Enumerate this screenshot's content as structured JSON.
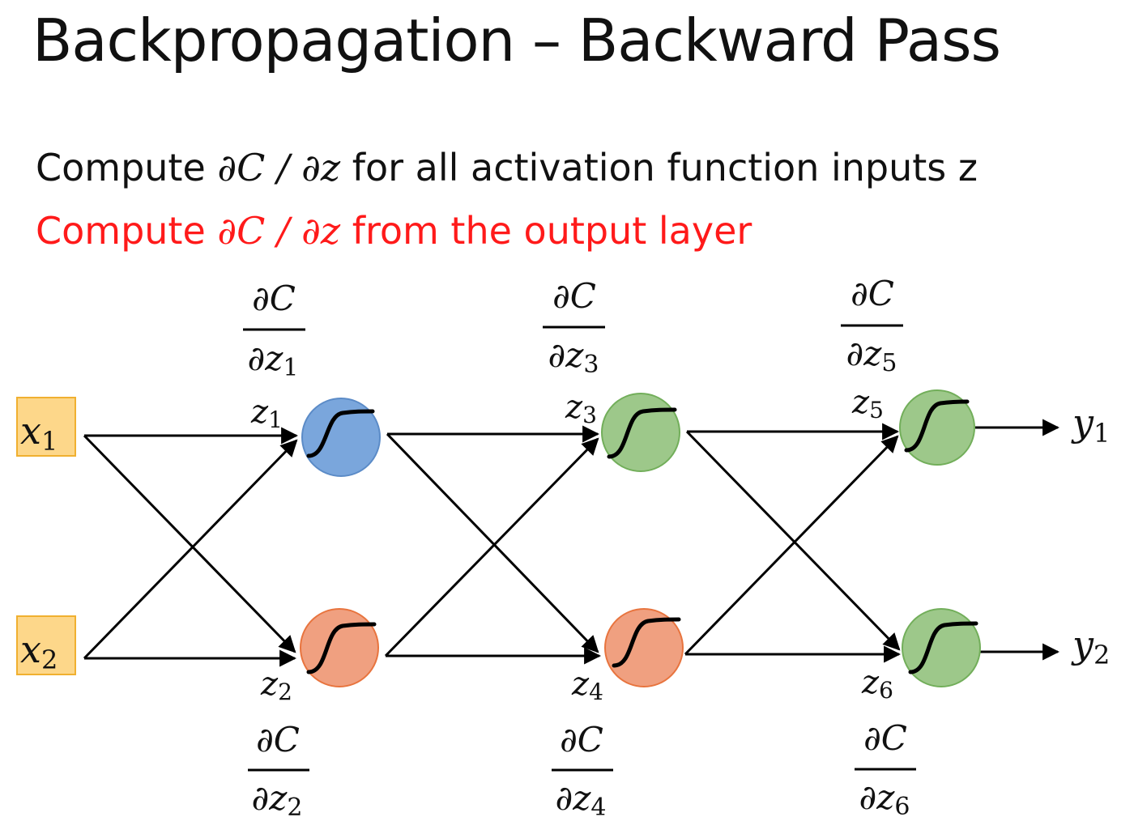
{
  "title": "Backpropagation – Backward Pass",
  "line1": {
    "prefix": "Compute ",
    "math": "∂C / ∂z",
    "suffix": " for all activation function inputs z"
  },
  "line2": {
    "prefix": "Compute ",
    "math": "∂C / ∂z",
    "suffix": " from the output layer"
  },
  "inputs": [
    {
      "var": "x",
      "sub": "1"
    },
    {
      "var": "x",
      "sub": "2"
    }
  ],
  "outputs": [
    {
      "var": "y",
      "sub": "1"
    },
    {
      "var": "y",
      "sub": "2"
    }
  ],
  "neurons": [
    {
      "z": "z",
      "sub": "1",
      "layer": 1,
      "color": "#7aa6dc",
      "stroke": "#5b8bc7"
    },
    {
      "z": "z",
      "sub": "2",
      "layer": 1,
      "color": "#7aa6dc",
      "stroke": "#5b8bc7"
    },
    {
      "z": "z",
      "sub": "3",
      "layer": 2,
      "color": "#f0a080",
      "stroke": "#e8743e"
    },
    {
      "z": "z",
      "sub": "4",
      "layer": 2,
      "color": "#f0a080",
      "stroke": "#e8743e"
    },
    {
      "z": "z",
      "sub": "5",
      "layer": 3,
      "color": "#9dc88a",
      "stroke": "#72ae5a"
    },
    {
      "z": "z",
      "sub": "6",
      "layer": 3,
      "color": "#9dc88a",
      "stroke": "#72ae5a"
    }
  ],
  "gradients": [
    {
      "num": "∂C",
      "den": "∂z",
      "sub": "1"
    },
    {
      "num": "∂C",
      "den": "∂z",
      "sub": "2"
    },
    {
      "num": "∂C",
      "den": "∂z",
      "sub": "3"
    },
    {
      "num": "∂C",
      "den": "∂z",
      "sub": "4"
    },
    {
      "num": "∂C",
      "den": "∂z",
      "sub": "5"
    },
    {
      "num": "∂C",
      "den": "∂z",
      "sub": "6"
    }
  ],
  "colors": {
    "input_box_fill": "#fdd78a",
    "input_box_stroke": "#f0b030",
    "highlight_text": "#ff1a1a"
  }
}
